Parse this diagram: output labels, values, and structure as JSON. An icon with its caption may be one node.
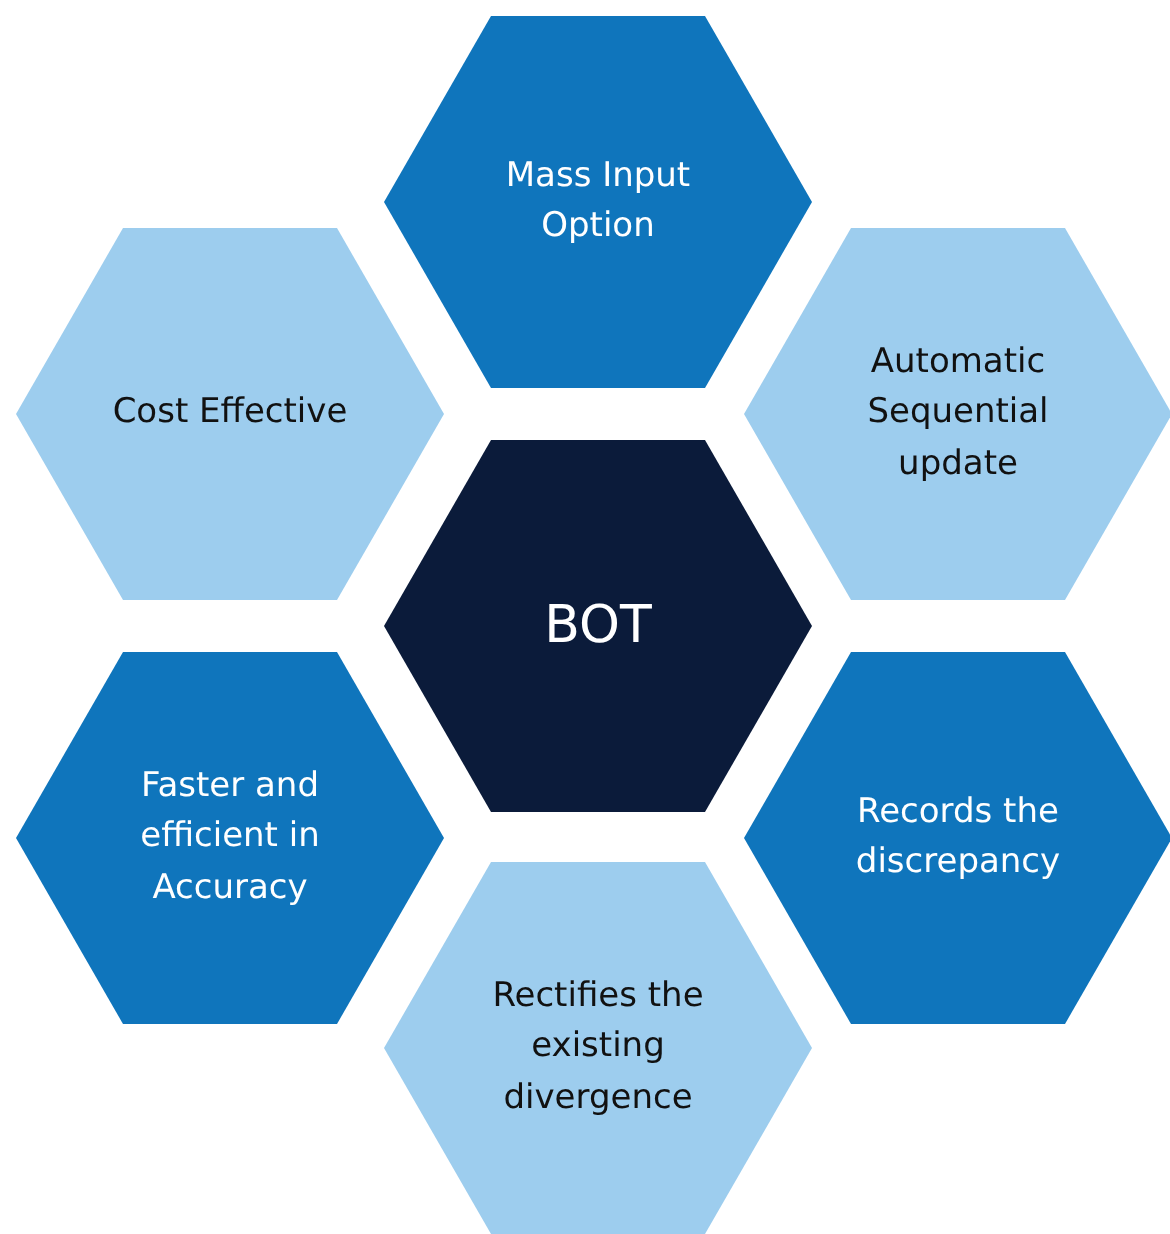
{
  "diagram": {
    "nodes": [
      {
        "text": [
          "Mass Input Option"
        ]
      },
      {
        "text": [
          "Cost Effective"
        ]
      },
      {
        "text": [
          "Automatic Sequential update"
        ]
      },
      {
        "text": [
          "BOT"
        ]
      },
      {
        "text": [
          "Faster and efficient in Accuracy"
        ]
      },
      {
        "text": [
          "Records the discrepancy"
        ]
      },
      {
        "text": [
          "Rectifies the existing divergence"
        ]
      }
    ]
  }
}
